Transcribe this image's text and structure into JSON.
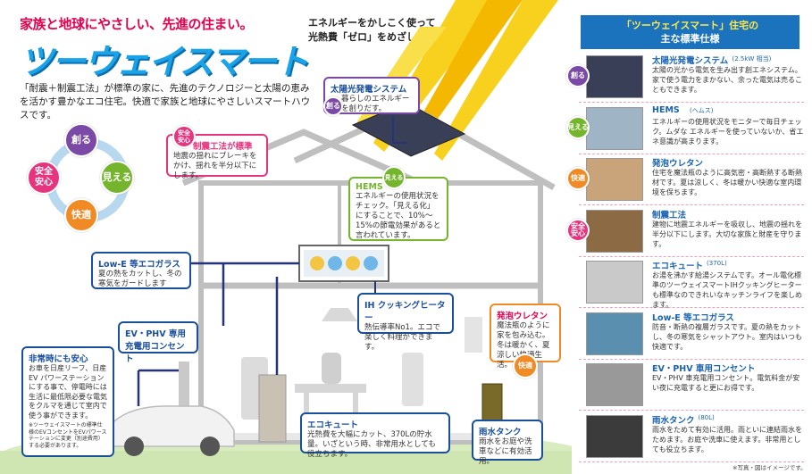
{
  "header": {
    "tagline": "家族と地球にやさしい、先進の住まい。",
    "brand": "ツーウェイスマート",
    "intro": "「耐震＋制震工法」が標準の家に、先進のテクノロジーと太陽の恵みを活かす豊かなエコ住宅。快適で家族と地球にやさしいスマートハウスです。",
    "energy_line1": "エネルギーをかしこく使って",
    "energy_line2": "光熱費「ゼロ」をめざします。"
  },
  "badges": {
    "create": "創る",
    "see": "見える",
    "comfort": "快適",
    "safe": "安全\n安心"
  },
  "callouts": {
    "solar_title": "太陽光発電システム",
    "solar_body": "暮らしのエネルギーを創りだす。",
    "seismic_title": "制震工法が標準",
    "seismic_body": "地震の揺れにブレーキをかけ、揺れを半分以下にします。",
    "hems_title": "HEMS",
    "hems_body": "エネルギーの使用状況をチェック。「見える化」にすることで、10%〜15%の節電効果があると言われています。",
    "lowe_title": "Low-E 等エコガラス",
    "lowe_body": "夏の熱をカットし、冬の寒気をガードします",
    "ih_title": "IH クッキングヒーター",
    "ih_body": "熱伝導率No1。エコで楽しく料理ができます。",
    "foam_title": "発泡ウレタン",
    "foam_body": "魔法瓶のように家を包み込む。冬は暖かく、夏涼しい快適生活。",
    "ev_title1": "EV・PHV 専用",
    "ev_title2": "充電用コンセント",
    "emergency_title": "非常時にも安心",
    "emergency_body": "お車を日産リーフ、日産EV パワーステーションにする事で、停電時には生活に最低限必要な電気をクルマを通じて室内で使う事ができます。",
    "emergency_note": "※ツーウェイスマートの標準仕様のEVコンセントをEVパワーステーションに変更（別途費用）する必要があります。",
    "ecocute_title": "エコキュート",
    "ecocute_body": "光熱費を大幅にカット、370Lの貯水量。いざという時、非常用水としても役立ちます。",
    "rain_title": "雨水タンク",
    "rain_body": "雨水をお庭や洗車などに有効活用。"
  },
  "panel": {
    "head1": "「ツーウェイスマート」住宅の",
    "head2": "主な標準仕様",
    "rows": [
      {
        "title": "太陽光発電システム",
        "sub": "(2.5kW 相当)",
        "body": "太陽の光から電気を生み出す創エネシステム。家で使う電力をまかない、余った電気は売ることもできます。",
        "tag": "創る"
      },
      {
        "title": "HEMS",
        "sub": "(ヘムス)",
        "body": "エネルギーの使用状況をモニターで毎日チェック。ムダな エネルギーを使っていないか、省エネ意識が高まります。",
        "tag": "見える"
      },
      {
        "title": "発泡ウレタン",
        "sub": "",
        "body": "住宅を魔法瓶のように高気密・高断熱する断熱材です。夏は涼しく、冬は暖かい快適な室内環境を保ちます。",
        "tag": "快適"
      },
      {
        "title": "制震工法",
        "sub": "",
        "body": "建物に地震エネルギーを吸収し、地震の揺れを半分以下にします。大切な家族と財産を守ります。",
        "tag": "安全\n安心"
      },
      {
        "title": "エコキュート",
        "sub": "(370L)",
        "body": "お湯を沸かす給湯システムです。オール電化標準のツーウェイスマートIHクッキングヒーターも標準なのできれいなキッチンライフを楽しめます。",
        "tag": ""
      },
      {
        "title": "Low-E 等エコガラス",
        "sub": "",
        "body": "防音・断熱の複層ガラスです。夏の熱をカットし、冬の寒気をシャットアウト。室内はいつも快適です。",
        "tag": ""
      },
      {
        "title": "EV・PHV 車用コンセント",
        "sub": "",
        "body": "EV・PHV 車充電用コンセント。電気料金が安い夜に充電すると更にお得です。",
        "tag": ""
      },
      {
        "title": "雨水タンク",
        "sub": "(80L)",
        "body": "雨水をためて有効に活用。雨といに連結雨水をためます。お庭や洗車に使えます。非常用としても役立ちます。",
        "tag": ""
      }
    ]
  },
  "footnote": "※写真・図はイメージです。",
  "colors": {
    "brand": "#1aa3e8",
    "accent": "#e5004f",
    "panel_blue": "#1b72bd"
  }
}
